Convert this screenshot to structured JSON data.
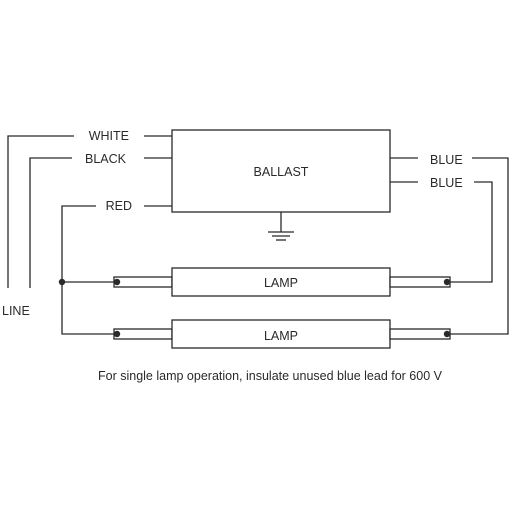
{
  "diagram": {
    "ballast_label": "BALLAST",
    "wires": {
      "white": "WHITE",
      "black": "BLACK",
      "red": "RED",
      "blue_top": "BLUE",
      "blue_bottom": "BLUE"
    },
    "line_label": "LINE",
    "lamps": [
      "LAMP",
      "LAMP"
    ],
    "note": "For single lamp operation, insulate unused blue lead for 600 V",
    "colors": {
      "stroke": "#2a2a2a",
      "background": "#ffffff"
    },
    "icons": [
      "ground-icon",
      "junction-dot-icon"
    ]
  }
}
